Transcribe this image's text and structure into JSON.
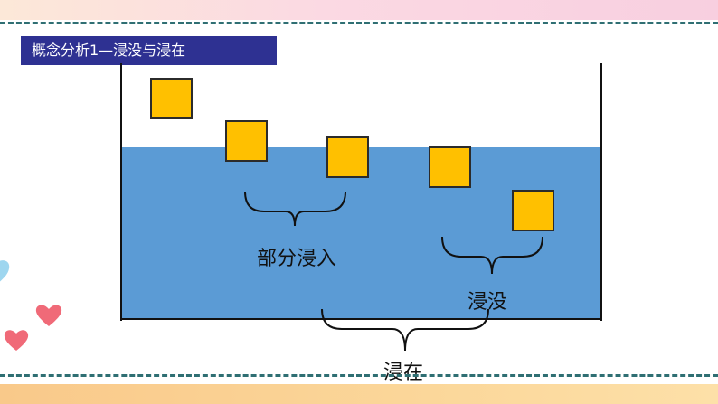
{
  "slide": {
    "title": "概念分析1—浸没与浸在",
    "labels": {
      "partial": "部分浸入",
      "submerged": "浸没",
      "immersed": "浸在"
    },
    "colors": {
      "title_bg": "#2e3192",
      "water": "#5b9bd5",
      "block": "#ffc000",
      "dash": "#2f6f73"
    }
  }
}
